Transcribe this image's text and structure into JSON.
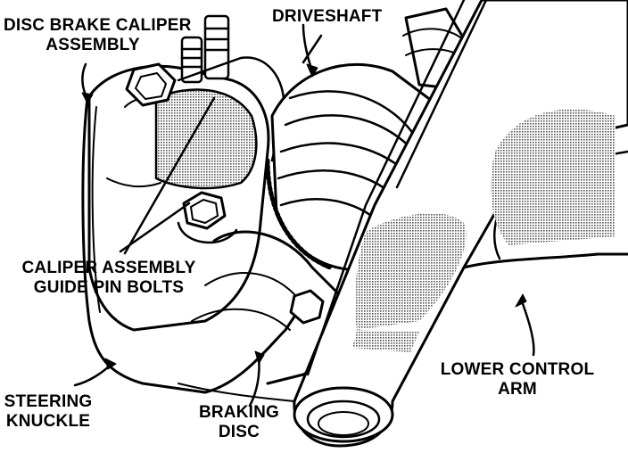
{
  "labels": {
    "caliper_assembly": [
      "DISC BRAKE CALIPER",
      "ASSEMBLY"
    ],
    "driveshaft": [
      "DRIVESHAFT"
    ],
    "guide_pin_bolts": [
      "CALIPER ASSEMBLY",
      "GUIDE PIN BOLTS"
    ],
    "steering_knuckle": [
      "STEERING",
      "KNUCKLE"
    ],
    "braking_disc": [
      "BRAKING",
      "DISC"
    ],
    "lower_control_arm": [
      "LOWER CONTROL",
      "ARM"
    ]
  },
  "colors": {
    "ink": "#000000",
    "paper": "#ffffff",
    "shade": "#b0b0b0"
  }
}
